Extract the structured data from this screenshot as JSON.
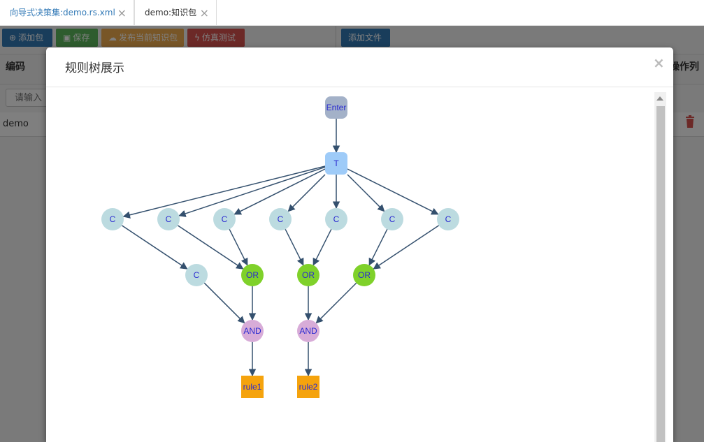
{
  "tabs": [
    {
      "label": "向导式决策集:demo.rs.xml",
      "close": "×"
    },
    {
      "label": "demo:知识包",
      "close": "×"
    }
  ],
  "toolbar": {
    "add_package": {
      "icon": "plus-circle-icon",
      "label": "添加包"
    },
    "save": {
      "icon": "floppy-icon",
      "label": "保存"
    },
    "publish": {
      "icon": "cloud-upload-icon",
      "label": "发布当前知识包"
    },
    "simulate": {
      "icon": "bolt-icon",
      "label": "仿真测试"
    },
    "add_file": {
      "label": "添加文件"
    }
  },
  "table": {
    "col_code": "编码",
    "col_ops": "操作列",
    "search_placeholder": "请输入",
    "rows": [
      {
        "code": "demo"
      }
    ]
  },
  "modal": {
    "title": "规则树展示",
    "close": "×"
  },
  "tree": {
    "nodes": [
      {
        "id": "enter",
        "label": "Enter",
        "kind": "enter",
        "level": 0,
        "col": 4
      },
      {
        "id": "t",
        "label": "T",
        "kind": "t",
        "level": 1,
        "col": 4
      },
      {
        "id": "c1",
        "label": "C",
        "kind": "condition",
        "level": 2,
        "col": 0
      },
      {
        "id": "c2",
        "label": "C",
        "kind": "condition",
        "level": 2,
        "col": 1
      },
      {
        "id": "c3",
        "label": "C",
        "kind": "condition",
        "level": 2,
        "col": 2
      },
      {
        "id": "c4",
        "label": "C",
        "kind": "condition",
        "level": 2,
        "col": 3
      },
      {
        "id": "c5",
        "label": "C",
        "kind": "condition",
        "level": 2,
        "col": 4
      },
      {
        "id": "c6",
        "label": "C",
        "kind": "condition",
        "level": 2,
        "col": 5
      },
      {
        "id": "c7",
        "label": "C",
        "kind": "condition",
        "level": 2,
        "col": 6
      },
      {
        "id": "c8",
        "label": "C",
        "kind": "condition",
        "level": 3,
        "col": 1.5
      },
      {
        "id": "or1",
        "label": "OR",
        "kind": "or",
        "level": 3,
        "col": 2.5
      },
      {
        "id": "or2",
        "label": "OR",
        "kind": "or",
        "level": 3,
        "col": 3.5
      },
      {
        "id": "or3",
        "label": "OR",
        "kind": "or",
        "level": 3,
        "col": 4.5
      },
      {
        "id": "and1",
        "label": "AND",
        "kind": "and",
        "level": 4,
        "col": 2.5
      },
      {
        "id": "and2",
        "label": "AND",
        "kind": "and",
        "level": 4,
        "col": 3.5
      },
      {
        "id": "rule1",
        "label": "rule1",
        "kind": "rule",
        "level": 5,
        "col": 2.5
      },
      {
        "id": "rule2",
        "label": "rule2",
        "kind": "rule",
        "level": 5,
        "col": 3.5
      }
    ],
    "edges": [
      [
        "enter",
        "t"
      ],
      [
        "t",
        "c1"
      ],
      [
        "t",
        "c2"
      ],
      [
        "t",
        "c3"
      ],
      [
        "t",
        "c4"
      ],
      [
        "t",
        "c5"
      ],
      [
        "t",
        "c6"
      ],
      [
        "t",
        "c7"
      ],
      [
        "c1",
        "c8"
      ],
      [
        "c2",
        "or1"
      ],
      [
        "c3",
        "or1"
      ],
      [
        "c4",
        "or2"
      ],
      [
        "c5",
        "or2"
      ],
      [
        "c6",
        "or3"
      ],
      [
        "c7",
        "or3"
      ],
      [
        "c8",
        "and1"
      ],
      [
        "or1",
        "and1"
      ],
      [
        "or2",
        "and2"
      ],
      [
        "or3",
        "and2"
      ],
      [
        "and1",
        "rule1"
      ],
      [
        "and2",
        "rule2"
      ]
    ],
    "colors": {
      "enter": "#a3b1c8",
      "t": "#9ecbf8",
      "condition": "#bcdbe0",
      "or": "#7fd12a",
      "and": "#d8acd8",
      "rule": "#f5a30d",
      "label": "#2b2bd0",
      "edge": "#34506e"
    }
  }
}
